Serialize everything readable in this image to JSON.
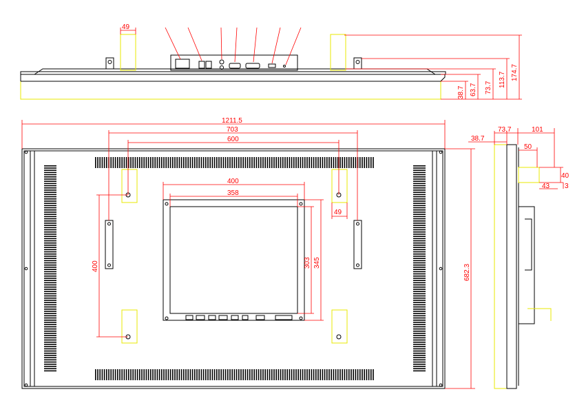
{
  "colors": {
    "dimension": "#ff0000",
    "outline": "#000000",
    "bracket": "#e8e800",
    "background": "#ffffff"
  },
  "top_view": {
    "dims": {
      "bracket_width": "49",
      "d1": "38.7",
      "d2": "63.7",
      "d3": "73.7",
      "d4": "113.7",
      "d5": "174.7"
    }
  },
  "front_view": {
    "dims": {
      "overall_width": "1211.5",
      "mount_outer": "703",
      "mount_inner": "600",
      "box_width_outer": "400",
      "box_width_inner": "358",
      "box_height_inner": "303",
      "box_height_outer": "345",
      "mount_vertical": "400",
      "overall_height": "682.3",
      "bracket_width": "49"
    }
  },
  "side_view": {
    "dims": {
      "depth": "38.7",
      "d_73_7": "73.7",
      "d_101": "101",
      "d_50": "50",
      "d_40": "40",
      "d_43": "43",
      "d_3": "3"
    }
  }
}
